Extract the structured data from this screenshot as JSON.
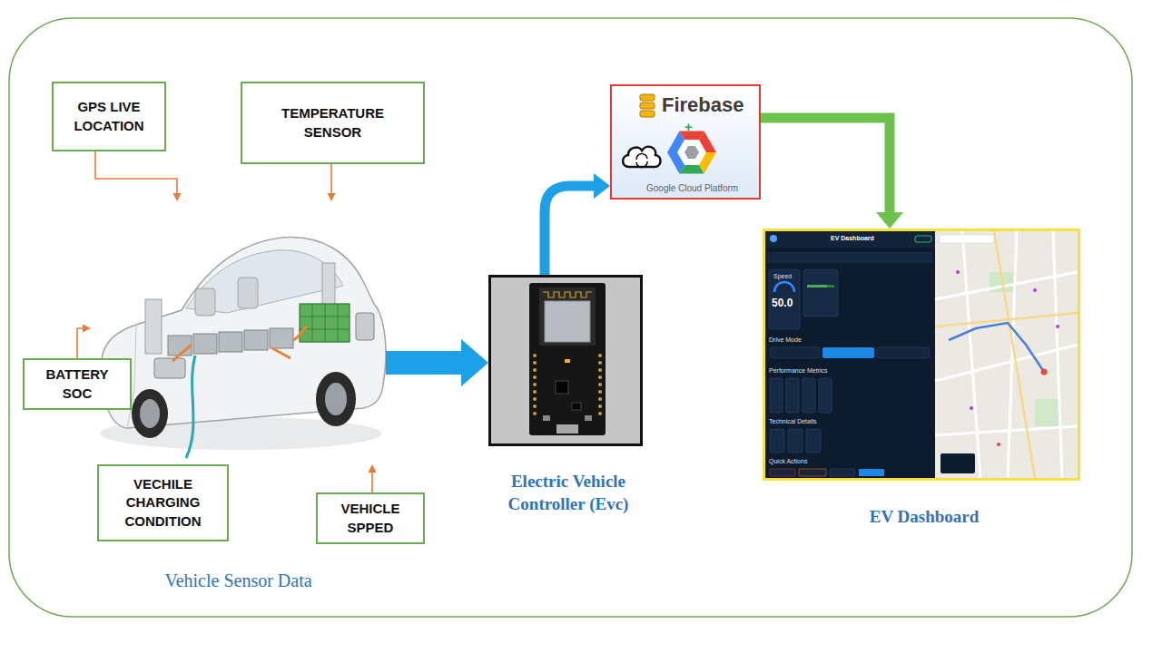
{
  "diagram": {
    "nodes": [
      {
        "text": [
          "GPS LIVE LOCATION"
        ]
      },
      {
        "text": [
          "TEMPERATURE SENSOR"
        ]
      },
      {
        "text": [
          "Vehicle Sensor Data"
        ]
      },
      {
        "text": [
          "BATTERY SOC"
        ]
      },
      {
        "text": [
          "VECHILE CHARGING CONDITION"
        ]
      },
      {
        "text": [
          "VEHICLE SPPED"
        ]
      },
      {
        "text": [
          "Firebase",
          "+",
          "Google Cloud Platform"
        ]
      },
      {
        "text": [
          "Electric Vehicle Controller (Evc)"
        ]
      },
      {
        "text": [
          "EV Dashboard"
        ]
      }
    ],
    "edges": [
      {
        "from": 0,
        "to": 2,
        "arrow": "to"
      },
      {
        "from": 1,
        "to": 2,
        "arrow": "to"
      },
      {
        "from": 3,
        "to": 2,
        "arrow": "to"
      },
      {
        "from": 5,
        "to": 2,
        "arrow": "to"
      },
      {
        "from": 2,
        "to": 7,
        "arrow": "to"
      },
      {
        "from": 7,
        "to": 6,
        "arrow": "to"
      },
      {
        "from": 6,
        "to": 8,
        "arrow": "to"
      }
    ],
    "labels": [
      "EV Dashboard",
      "Speed",
      "50.0",
      "Drive Mode",
      "Performance Metrics",
      "Technical Details",
      "Quick Actions"
    ]
  }
}
